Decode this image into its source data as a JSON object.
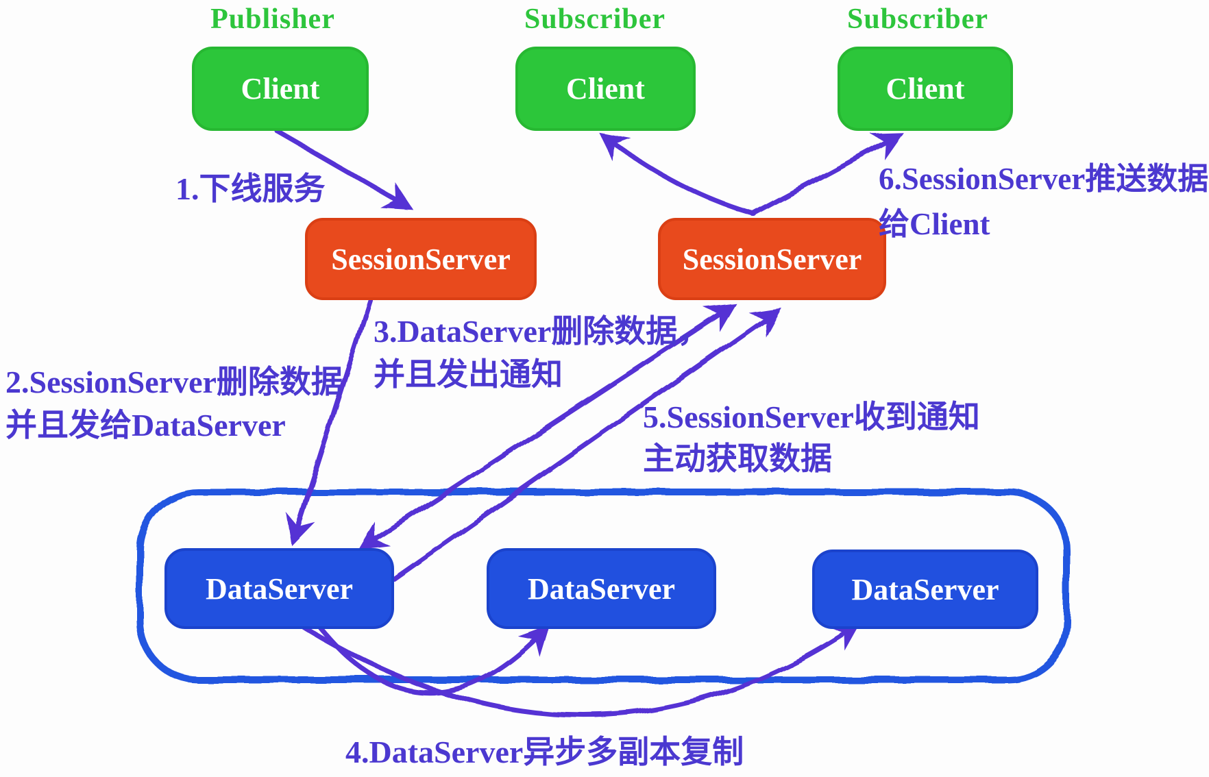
{
  "titles": {
    "publisher": "Publisher",
    "subscriber_mid": "Subscriber",
    "subscriber_right": "Subscriber"
  },
  "nodes": {
    "client_publisher": "Client",
    "client_subscriber_mid": "Client",
    "client_subscriber_right": "Client",
    "session_server_left": "SessionServer",
    "session_server_right": "SessionServer",
    "data_server_1": "DataServer",
    "data_server_2": "DataServer",
    "data_server_3": "DataServer"
  },
  "annotations": {
    "step1": "1.下线服务",
    "step2_line1": "2.SessionServer删除数据",
    "step2_line2": "并且发给DataServer",
    "step3_line1": "3.DataServer删除数据，",
    "step3_line2": "并且发出通知",
    "step4": "4.DataServer异步多副本复制",
    "step5_line1": "5.SessionServer收到通知",
    "step5_line2": "主动获取数据",
    "step6_line1": "6.SessionServer推送数据",
    "step6_line2": "给Client"
  },
  "colors": {
    "client_green": "#2cc63a",
    "title_green": "#2dc53c",
    "session_orange": "#e84a1d",
    "data_blue": "#2150df",
    "cluster_outline_blue": "#2456e0",
    "arrow_purple": "#5531d4",
    "annotation_indigo": "#4b38d0",
    "node_text": "#ffffff",
    "background": "#fdfdfd"
  }
}
